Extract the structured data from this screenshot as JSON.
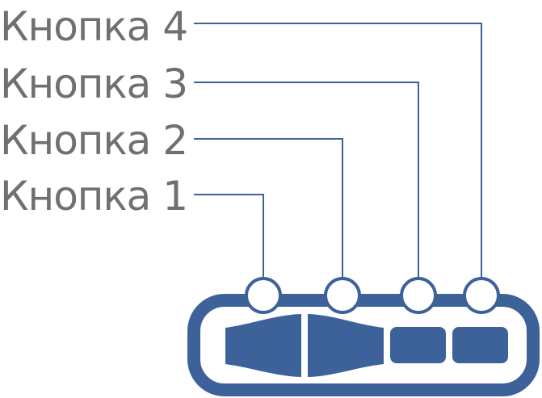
{
  "colors": {
    "accent": "#3d6199",
    "label": "#707070",
    "background": "#ffffff"
  },
  "labels": [
    {
      "text": "Кнопка 1"
    },
    {
      "text": "Кнопка 2"
    },
    {
      "text": "Кнопка 3"
    },
    {
      "text": "Кнопка 4"
    }
  ]
}
